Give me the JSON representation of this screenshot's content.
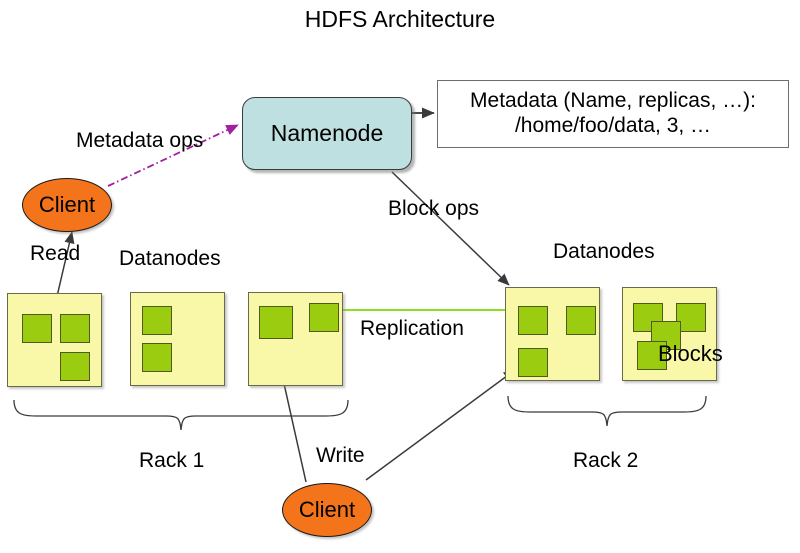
{
  "title": "HDFS Architecture",
  "namenode": {
    "label": "Namenode",
    "fill": "#bfe0e0"
  },
  "metadata_box": {
    "line1": "Metadata (Name, replicas, …):",
    "line2": "/home/foo/data, 3, …"
  },
  "clients": {
    "read_client": "Client",
    "write_client": "Client"
  },
  "edge_labels": {
    "metadata_ops": "Metadata ops",
    "block_ops": "Block ops",
    "read": "Read",
    "write": "Write",
    "replication": "Replication"
  },
  "group_labels": {
    "datanodes_left": "Datanodes",
    "datanodes_right": "Datanodes",
    "rack1": "Rack 1",
    "rack2": "Rack 2",
    "blocks": "Blocks"
  },
  "colors": {
    "namenode_fill": "#bfe0e0",
    "client_fill": "#f4741b",
    "datanode_fill": "#f8f8a8",
    "block_fill": "#9bcc10",
    "metadata_ops_line": "#a020a0",
    "replication_line": "#8ae022",
    "arrow_line": "#3a3a3a"
  },
  "racks": [
    {
      "name": "Rack 1",
      "datanodes": [
        {
          "id": "dn1",
          "block_count": 3
        },
        {
          "id": "dn2",
          "block_count": 2
        },
        {
          "id": "dn3",
          "block_count": 2
        }
      ]
    },
    {
      "name": "Rack 2",
      "datanodes": [
        {
          "id": "dn4",
          "block_count": 3
        },
        {
          "id": "dn5",
          "block_count": 4
        }
      ]
    }
  ]
}
